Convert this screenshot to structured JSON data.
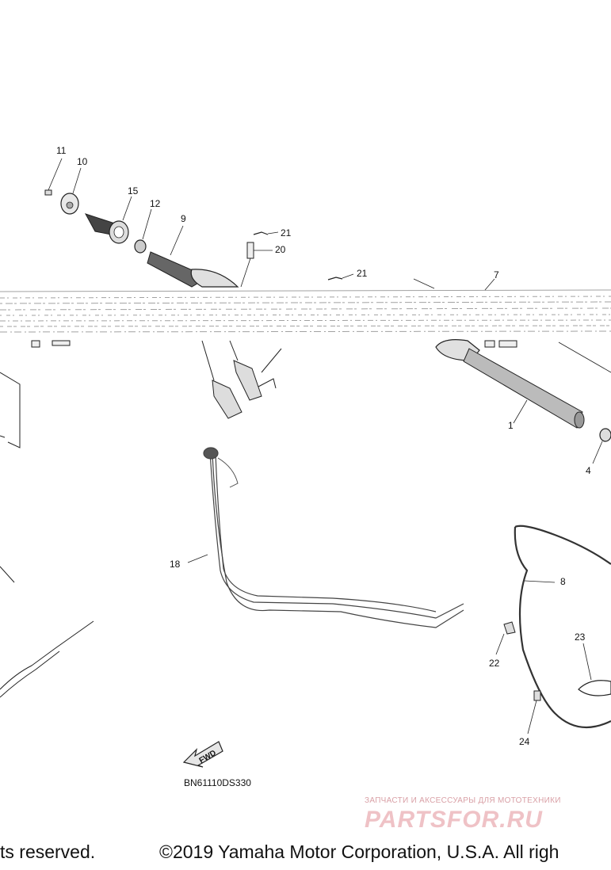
{
  "diagram": {
    "callouts": [
      "1",
      "4",
      "7",
      "8",
      "9",
      "10",
      "11",
      "12",
      "15",
      "18",
      "20",
      "21",
      "21",
      "22",
      "23",
      "24"
    ],
    "fwd_label": "FWD",
    "diagram_code": "BN61110DS330"
  },
  "watermark": {
    "tagline": "ЗАПЧАСТИ И АКСЕССУАРЫ ДЛЯ МОТОТЕХНИКИ",
    "brand": "PARTSFOR.RU"
  },
  "footer": {
    "left_fragment": "ts reserved.",
    "copyright": "©2019 Yamaha Motor Corporation, U.S.A. All righ"
  }
}
